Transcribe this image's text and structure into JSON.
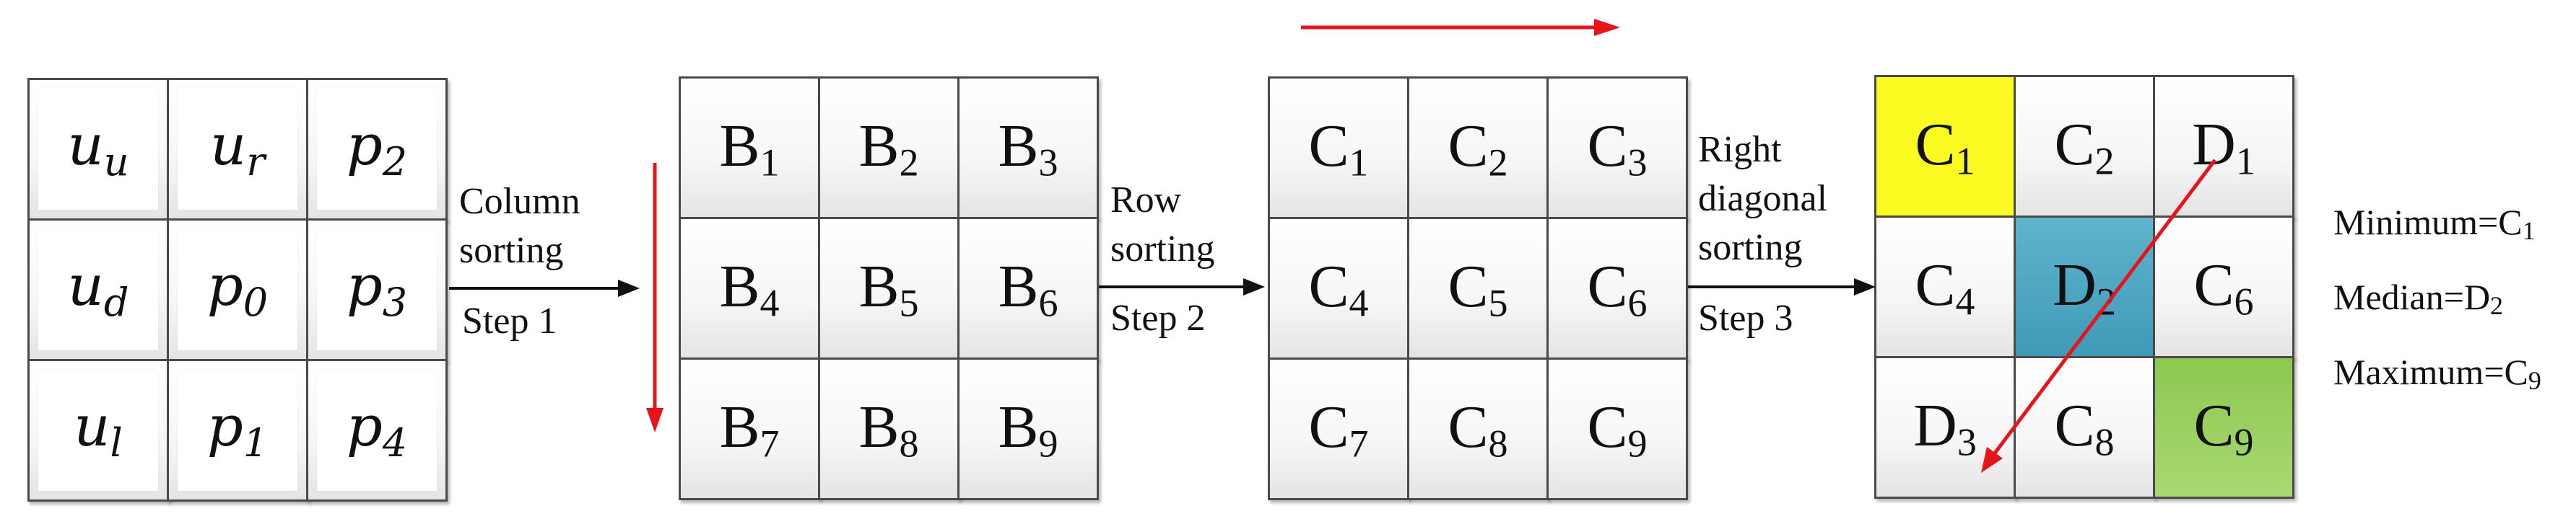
{
  "grid_a": {
    "cells": [
      {
        "base": "u",
        "sub": "u"
      },
      {
        "base": "u",
        "sub": "r"
      },
      {
        "base": "p",
        "sub": "2"
      },
      {
        "base": "u",
        "sub": "d"
      },
      {
        "base": "p",
        "sub": "0"
      },
      {
        "base": "p",
        "sub": "3"
      },
      {
        "base": "u",
        "sub": "l"
      },
      {
        "base": "p",
        "sub": "1"
      },
      {
        "base": "p",
        "sub": "4"
      }
    ]
  },
  "grid_b": {
    "cells": [
      {
        "base": "B",
        "sub": "1"
      },
      {
        "base": "B",
        "sub": "2"
      },
      {
        "base": "B",
        "sub": "3"
      },
      {
        "base": "B",
        "sub": "4"
      },
      {
        "base": "B",
        "sub": "5"
      },
      {
        "base": "B",
        "sub": "6"
      },
      {
        "base": "B",
        "sub": "7"
      },
      {
        "base": "B",
        "sub": "8"
      },
      {
        "base": "B",
        "sub": "9"
      }
    ]
  },
  "grid_c": {
    "cells": [
      {
        "base": "C",
        "sub": "1"
      },
      {
        "base": "C",
        "sub": "2"
      },
      {
        "base": "C",
        "sub": "3"
      },
      {
        "base": "C",
        "sub": "4"
      },
      {
        "base": "C",
        "sub": "5"
      },
      {
        "base": "C",
        "sub": "6"
      },
      {
        "base": "C",
        "sub": "7"
      },
      {
        "base": "C",
        "sub": "8"
      },
      {
        "base": "C",
        "sub": "9"
      }
    ]
  },
  "grid_d": {
    "cells": [
      {
        "base": "C",
        "sub": "1"
      },
      {
        "base": "C",
        "sub": "2"
      },
      {
        "base": "D",
        "sub": "1"
      },
      {
        "base": "C",
        "sub": "4"
      },
      {
        "base": "D",
        "sub": "2"
      },
      {
        "base": "C",
        "sub": "6"
      },
      {
        "base": "D",
        "sub": "3"
      },
      {
        "base": "C",
        "sub": "8"
      },
      {
        "base": "C",
        "sub": "9"
      }
    ]
  },
  "step1": {
    "line1": "Column",
    "line2": "sorting",
    "step": "Step 1"
  },
  "step2": {
    "line1": "Row",
    "line2": "sorting",
    "step": "Step 2"
  },
  "step3": {
    "line1": "Right",
    "line2": "diagonal",
    "line3": "sorting",
    "step": "Step 3"
  },
  "summary": {
    "minimum_label": "Minimum=",
    "minimum_base": "C",
    "minimum_sub": "1",
    "median_label": "Median=",
    "median_base": "D",
    "median_sub": "2",
    "maximum_label": "Maximum=",
    "maximum_base": "C",
    "maximum_sub": "9"
  },
  "colors": {
    "sort_arrow": "#e8141c",
    "step_arrow": "#111111",
    "minimum_highlight": "#fbfb22",
    "median_highlight": "#4aa6c2",
    "maximum_highlight": "#98cf5e"
  }
}
